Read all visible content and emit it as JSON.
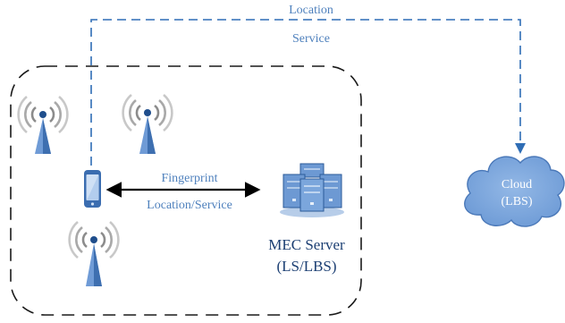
{
  "top_label": {
    "line1": "Location",
    "line2": "Service"
  },
  "arrow_label": {
    "line1": "Fingerprint",
    "line2": "Location/Service"
  },
  "mec_server": {
    "line1": "MEC Server",
    "line2": "(LS/LBS)"
  },
  "cloud": {
    "line1": "Cloud",
    "line2": "(LBS)"
  },
  "colors": {
    "blue_text": "#4f81bd",
    "dashed_line": "#2f6db5",
    "tower_light": "#6f9bd6",
    "tower_dark": "#1f4e8c",
    "cloud_fill": "#7aa7de",
    "cloud_stroke": "#4a78b8",
    "server_fill": "#6d99d3",
    "server_dark": "#2b5a99",
    "mec_text": "#1c3f73",
    "box_border": "#1a1a1a"
  },
  "icons": [
    "cell-tower-icon",
    "smartphone-icon",
    "server-stack-icon",
    "cloud-icon"
  ]
}
